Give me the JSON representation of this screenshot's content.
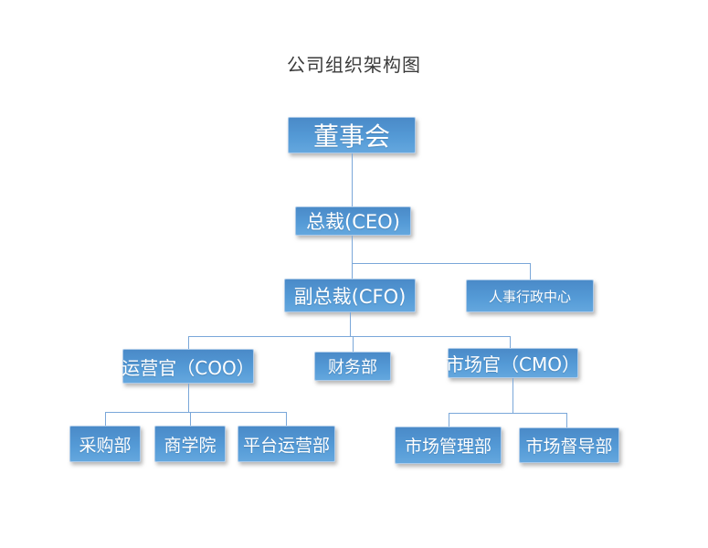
{
  "title": "公司组织架构图",
  "nodes": {
    "board": {
      "label": "董事会"
    },
    "ceo": {
      "label": "总裁(CEO)"
    },
    "cfo": {
      "label": "副总裁(CFO)"
    },
    "hr_admin": {
      "label": "人事行政中心"
    },
    "coo": {
      "label": "运营官（COO）"
    },
    "finance": {
      "label": "财务部"
    },
    "cmo": {
      "label": "市场官（CMO）"
    },
    "purchasing": {
      "label": "采购部"
    },
    "business_school": {
      "label": "商学院"
    },
    "platform_ops": {
      "label": "平台运营部"
    },
    "market_mgmt": {
      "label": "市场管理部"
    },
    "market_supervision": {
      "label": "市场督导部"
    }
  },
  "hierarchy": [
    {
      "parent": "董事会",
      "child": "总裁(CEO)"
    },
    {
      "parent": "总裁(CEO)",
      "child": "副总裁(CFO)"
    },
    {
      "parent": "总裁(CEO)",
      "child": "人事行政中心"
    },
    {
      "parent": "副总裁(CFO)",
      "child": "运营官（COO）"
    },
    {
      "parent": "副总裁(CFO)",
      "child": "财务部"
    },
    {
      "parent": "副总裁(CFO)",
      "child": "市场官（CMO）"
    },
    {
      "parent": "运营官（COO）",
      "child": "采购部"
    },
    {
      "parent": "运营官（COO）",
      "child": "商学院"
    },
    {
      "parent": "运营官（COO）",
      "child": "平台运营部"
    },
    {
      "parent": "市场官（CMO）",
      "child": "市场管理部"
    },
    {
      "parent": "市场官（CMO）",
      "child": "市场督导部"
    }
  ],
  "colors": {
    "box_fill_top": "#4a8ac8",
    "box_fill_bottom": "#64a7de",
    "box_border": "#aecbe9",
    "box_text": "#ffffff",
    "connector": "#7aa7d9",
    "title_text": "#3b3b3b",
    "background": "#ffffff"
  }
}
